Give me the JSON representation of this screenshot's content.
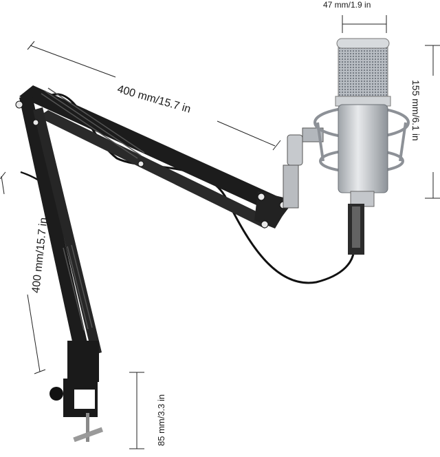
{
  "dimensions": {
    "mic_width": "47 mm/1.9 in",
    "arm_length": "400 mm/15.7 in",
    "mic_height": "155 mm/6.1 in",
    "lower_arm_length": "400 mm/15.7 in",
    "clamp_height": "85 mm/3.3 in"
  },
  "colors": {
    "arm": "#1c1c1c",
    "spring": "#3a3a3a",
    "mic_body": "#c9ccd0",
    "mic_grille": "#9aa0a6",
    "dimension_line": "#222222",
    "background": "#ffffff"
  },
  "icons": {
    "microphone": "condenser-microphone-icon",
    "shock_mount": "shock-mount-icon",
    "scissor_arm": "scissor-arm-stand-icon",
    "desk_clamp": "desk-clamp-icon"
  }
}
